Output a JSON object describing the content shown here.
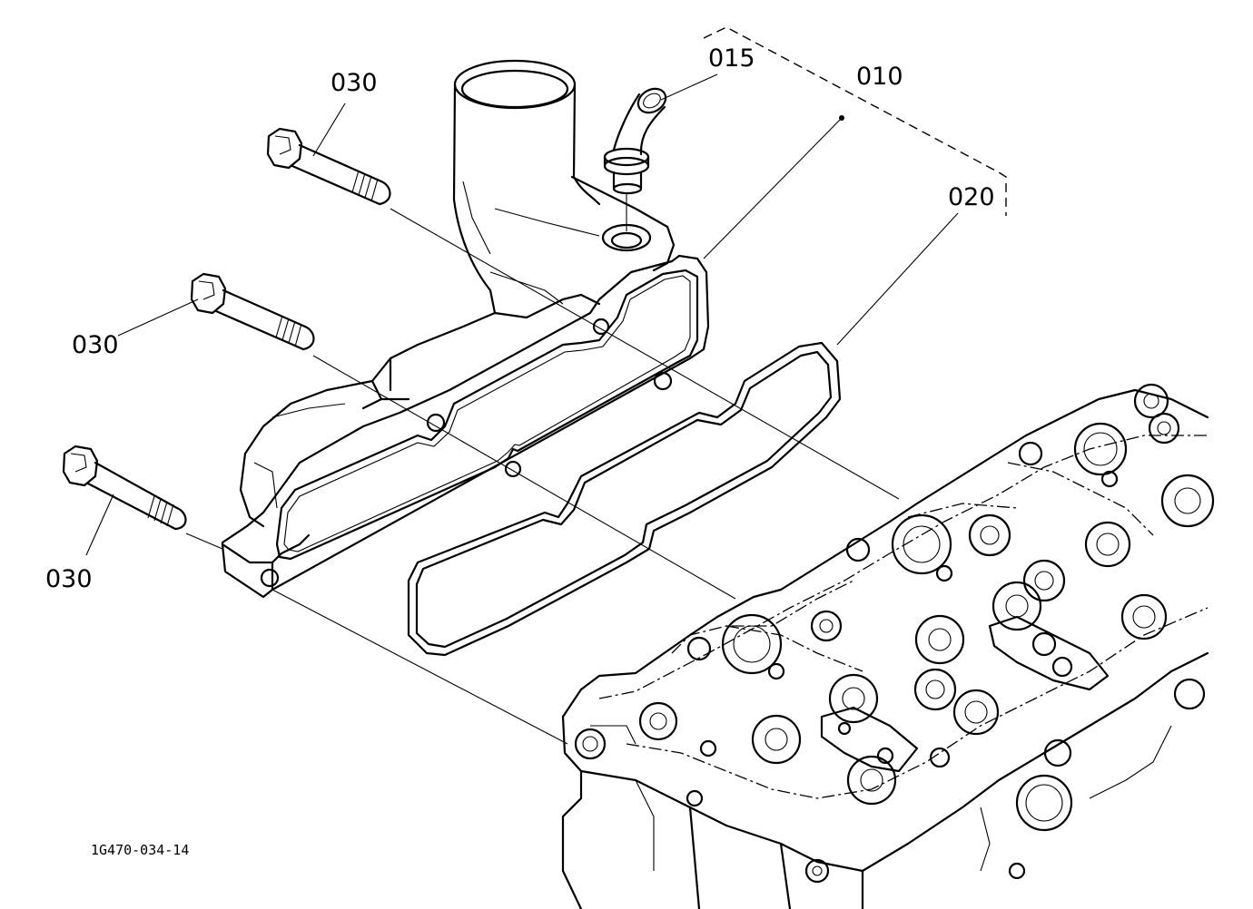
{
  "callouts": {
    "c015": "015",
    "c010": "010",
    "c020": "020",
    "c030_top": "030",
    "c030_mid": "030",
    "c030_bottom": "030"
  },
  "figure_id": "1G470-034-14"
}
